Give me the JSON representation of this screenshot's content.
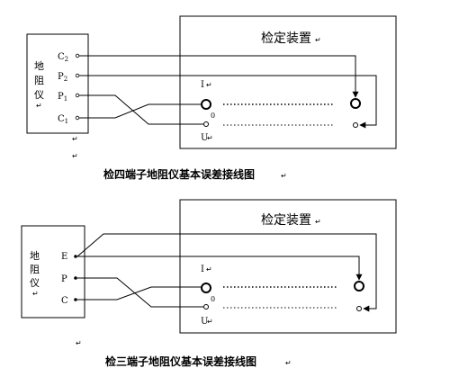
{
  "diagram_top": {
    "device_title": "检定装置",
    "instrument_label": [
      "地",
      "阻",
      "仪"
    ],
    "terminals": [
      {
        "name": "C",
        "sub": "2"
      },
      {
        "name": "P",
        "sub": "2"
      },
      {
        "name": "P",
        "sub": "1"
      },
      {
        "name": "C",
        "sub": "1"
      }
    ],
    "device_terminals": {
      "current": "I",
      "voltage": "U",
      "zero": "0"
    },
    "caption": "检四端子地阻仪基本误差接线图"
  },
  "diagram_bottom": {
    "device_title": "检定装置",
    "instrument_label": [
      "地",
      "阻",
      "仪"
    ],
    "terminals": [
      {
        "name": "E",
        "sub": ""
      },
      {
        "name": "P",
        "sub": ""
      },
      {
        "name": "C",
        "sub": ""
      }
    ],
    "device_terminals": {
      "current": "I",
      "voltage": "U",
      "zero": "0"
    },
    "caption": "检三端子地阻仪基本误差接线图"
  },
  "marks": {
    "return": "↵",
    "para": "↵"
  }
}
